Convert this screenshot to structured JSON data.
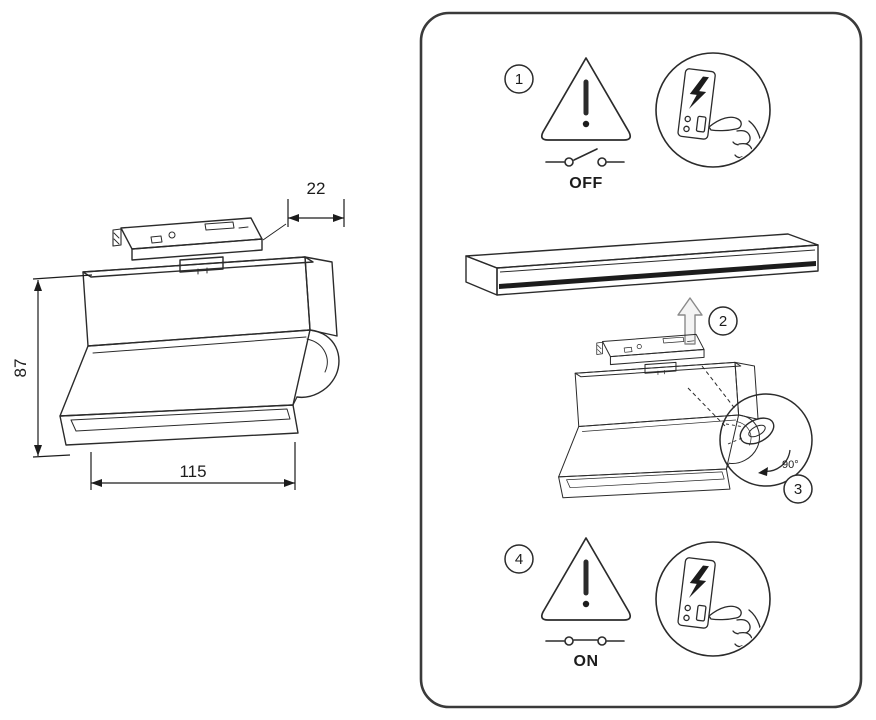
{
  "dimensions": {
    "adapter_depth": "22",
    "height": "87",
    "width": "115"
  },
  "steps": [
    {
      "number": "1",
      "switch_label": "OFF"
    },
    {
      "number": "2"
    },
    {
      "number": "3",
      "angle_label": "90°"
    },
    {
      "number": "4",
      "switch_label": "ON"
    }
  ]
}
